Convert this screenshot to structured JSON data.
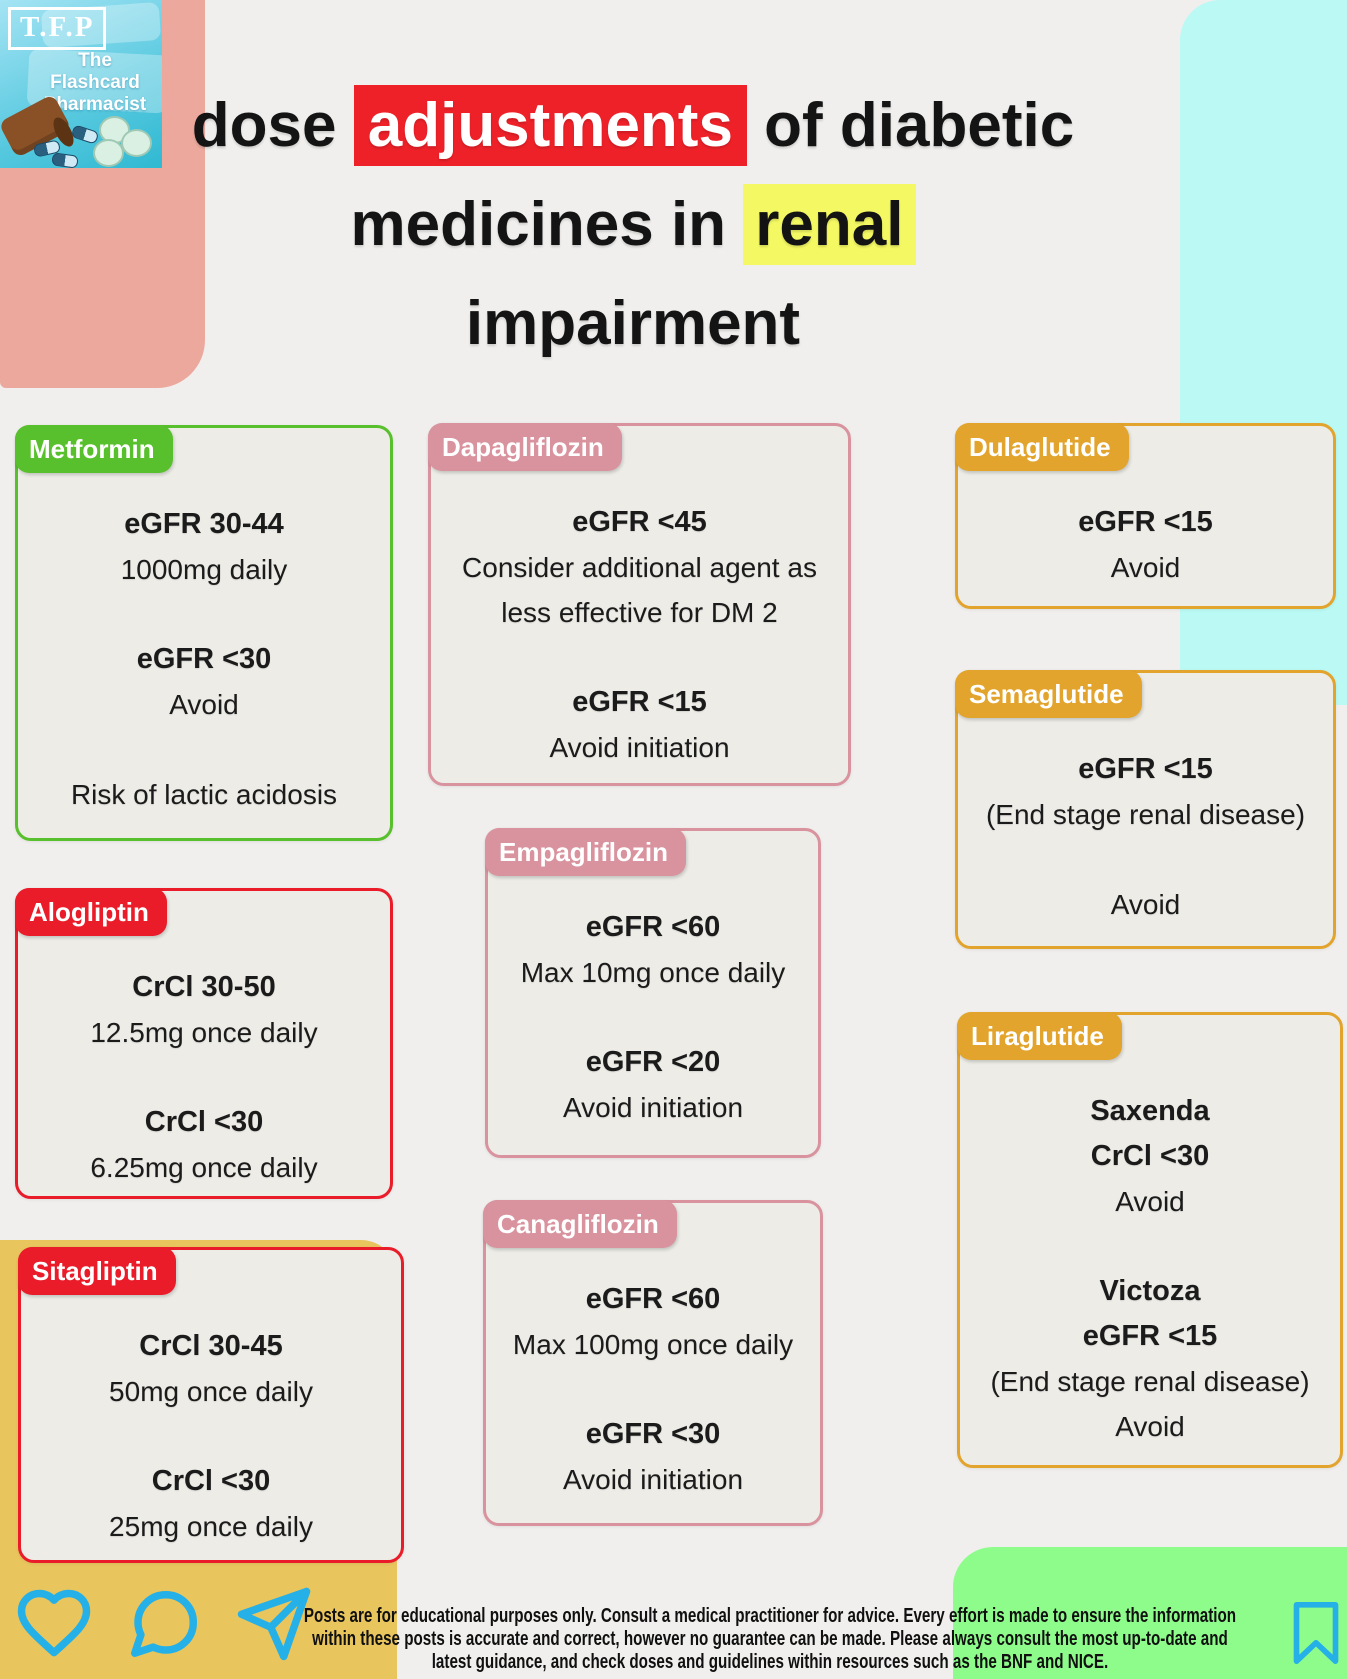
{
  "palette": {
    "pageBg": "#f0efed",
    "cardBg": "#edece7",
    "salmon": "#eca89d",
    "cyanDeco": "#baf9f4",
    "yellowDeco": "#e9c55e",
    "greenDeco": "#8efc8b",
    "hlRed": "#ee2129",
    "hlYellow": "#f4f963",
    "iconCyan": "#25b1e7",
    "greenAccent": "#58c02c",
    "redAccent": "#ea1c29",
    "pinkAccent": "#d9939e",
    "goldAccent": "#e2a42d"
  },
  "logo": {
    "monogram": "T.F.P",
    "name_line1": "The",
    "name_line2": "Flashcard",
    "name_line3": "Pharmacist"
  },
  "title": {
    "line1_pre": "dose ",
    "line1_highlight": "adjustments",
    "line1_post": " of diabetic",
    "line2_pre": "medicines in ",
    "line2_highlight": "renal",
    "line3": "impairment"
  },
  "cards": [
    {
      "id": "metformin",
      "name": "Metformin",
      "color": "#58c02c",
      "lines": [
        {
          "t": "eGFR 30-44",
          "b": true
        },
        {
          "t": "1000mg daily"
        },
        {
          "gap": true
        },
        {
          "t": "eGFR <30",
          "b": true
        },
        {
          "t": "Avoid"
        },
        {
          "gap": true
        },
        {
          "t": "Risk of lactic acidosis"
        }
      ]
    },
    {
      "id": "alogliptin",
      "name": "Alogliptin",
      "color": "#ea1c29",
      "lines": [
        {
          "t": "CrCl 30-50",
          "b": true
        },
        {
          "t": "12.5mg once daily"
        },
        {
          "gap": true
        },
        {
          "t": "CrCl <30",
          "b": true
        },
        {
          "t": "6.25mg once daily"
        }
      ]
    },
    {
      "id": "sitagliptin",
      "name": "Sitagliptin",
      "color": "#ea1c29",
      "lines": [
        {
          "t": "CrCl 30-45",
          "b": true
        },
        {
          "t": "50mg once daily"
        },
        {
          "gap": true
        },
        {
          "t": "CrCl <30",
          "b": true
        },
        {
          "t": "25mg once daily"
        }
      ]
    },
    {
      "id": "dapagliflozin",
      "name": "Dapagliflozin",
      "color": "#d9939e",
      "lines": [
        {
          "t": "eGFR <45",
          "b": true
        },
        {
          "t": "Consider additional agent as less effective for DM 2"
        },
        {
          "gap": true
        },
        {
          "t": "eGFR <15",
          "b": true
        },
        {
          "t": "Avoid initiation"
        }
      ]
    },
    {
      "id": "empagliflozin",
      "name": "Empagliflozin",
      "color": "#d9939e",
      "lines": [
        {
          "t": "eGFR <60",
          "b": true
        },
        {
          "t": "Max 10mg once daily"
        },
        {
          "gap": true
        },
        {
          "t": "eGFR <20",
          "b": true
        },
        {
          "t": "Avoid initiation"
        }
      ]
    },
    {
      "id": "canagliflozin",
      "name": "Canagliflozin",
      "color": "#d9939e",
      "lines": [
        {
          "t": "eGFR <60",
          "b": true
        },
        {
          "t": "Max 100mg once daily"
        },
        {
          "gap": true
        },
        {
          "t": "eGFR <30",
          "b": true
        },
        {
          "t": "Avoid initiation"
        }
      ]
    },
    {
      "id": "dulaglutide",
      "name": "Dulaglutide",
      "color": "#e2a42d",
      "lines": [
        {
          "t": "eGFR <15",
          "b": true
        },
        {
          "t": "Avoid"
        }
      ]
    },
    {
      "id": "semaglutide",
      "name": "Semaglutide",
      "color": "#e2a42d",
      "lines": [
        {
          "t": "eGFR <15",
          "b": true
        },
        {
          "t": "(End stage renal disease)"
        },
        {
          "gap": true
        },
        {
          "t": "Avoid"
        }
      ]
    },
    {
      "id": "liraglutide",
      "name": "Liraglutide",
      "color": "#e2a42d",
      "lines": [
        {
          "t": "Saxenda",
          "b": true
        },
        {
          "t": "CrCl <30",
          "b": true
        },
        {
          "t": "Avoid"
        },
        {
          "gap": true
        },
        {
          "t": "Victoza",
          "b": true
        },
        {
          "t": "eGFR <15",
          "b": true
        },
        {
          "t": "(End stage renal disease)"
        },
        {
          "t": "Avoid"
        }
      ]
    }
  ],
  "card_order": [
    "metformin",
    "alogliptin",
    "sitagliptin",
    "dapagliflozin",
    "empagliflozin",
    "canagliflozin",
    "dulaglutide",
    "semaglutide",
    "liraglutide"
  ],
  "footer": {
    "icons": [
      "heart-icon",
      "comment-icon",
      "share-icon",
      "bookmark-icon"
    ],
    "disclaimer_lines": [
      "Posts are for educational purposes only.  Consult a medical practitioner for advice. Every effort is made to ensure the information",
      "within these posts is accurate and correct, however no guarantee can be made. Please always consult the most up-to-date and",
      "latest guidance, and check doses and guidelines within resources such as the BNF and NICE."
    ]
  }
}
